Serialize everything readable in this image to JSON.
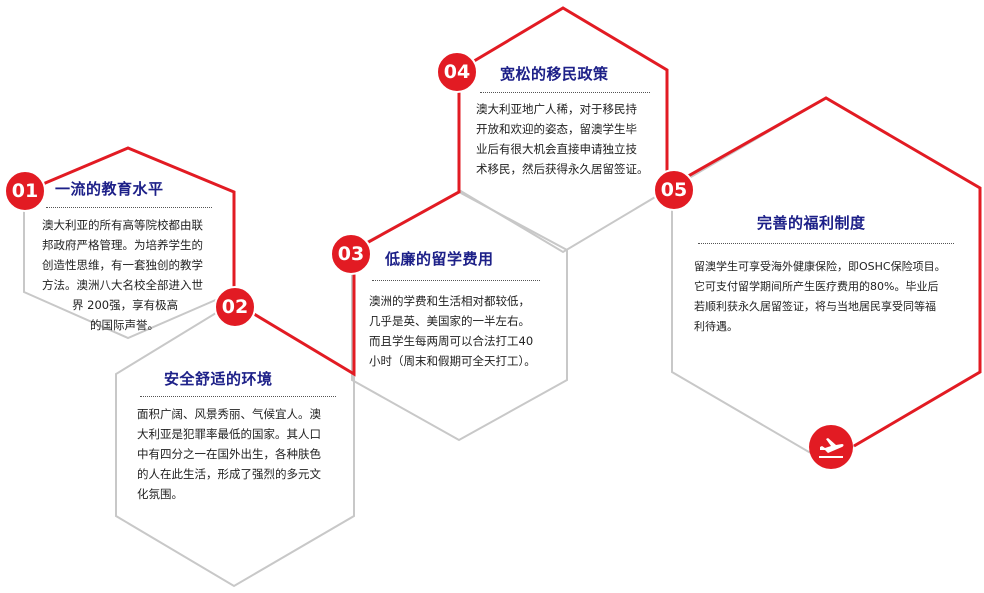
{
  "colors": {
    "accent_red": "#e21b23",
    "title_blue": "#1d2088",
    "outline_gray": "#c8c8c8",
    "text": "#222222"
  },
  "items": [
    {
      "num": "01",
      "title": "一流的教育水平",
      "lines": [
        "澳大利亚的所有高等院校都由联",
        "邦政府严格管理。为培养学生的",
        "创造性思维，有一套独创的教学",
        "方法。澳洲八大名校全部进入世",
        "界 200强，享有极高",
        "的国际声誉。"
      ]
    },
    {
      "num": "02",
      "title": "安全舒适的环境",
      "lines": [
        "面积广阔、风景秀丽、气候宜人。澳",
        "大利亚是犯罪率最低的国家。其人口",
        "中有四分之一在国外出生，各种肤色",
        "的人在此生活，形成了强烈的多元文",
        "化氛围。"
      ]
    },
    {
      "num": "03",
      "title": "低廉的留学费用",
      "lines": [
        "澳洲的学费和生活相对都较低，",
        "几乎是英、美国家的一半左右。",
        "而且学生每两周可以合法打工40",
        "小时（周末和假期可全天打工）。"
      ]
    },
    {
      "num": "04",
      "title": "宽松的移民政策",
      "lines": [
        "澳大利亚地广人稀，对于移民持",
        "开放和欢迎的姿态，留澳学生毕",
        "业后有很大机会直接申请独立技",
        "术移民，然后获得永久居留签证。"
      ]
    },
    {
      "num": "05",
      "title": "完善的福利制度",
      "lines": [
        "留澳学生可享受海外健康保险，即OSHC保险项目。",
        "它可支付留学期间所产生医疗费用的80%。毕业后",
        "若顺利获永久居留签证，将与当地居民享受同等福",
        "利待遇。"
      ]
    }
  ],
  "icons": {
    "plane": "airplane-icon"
  }
}
